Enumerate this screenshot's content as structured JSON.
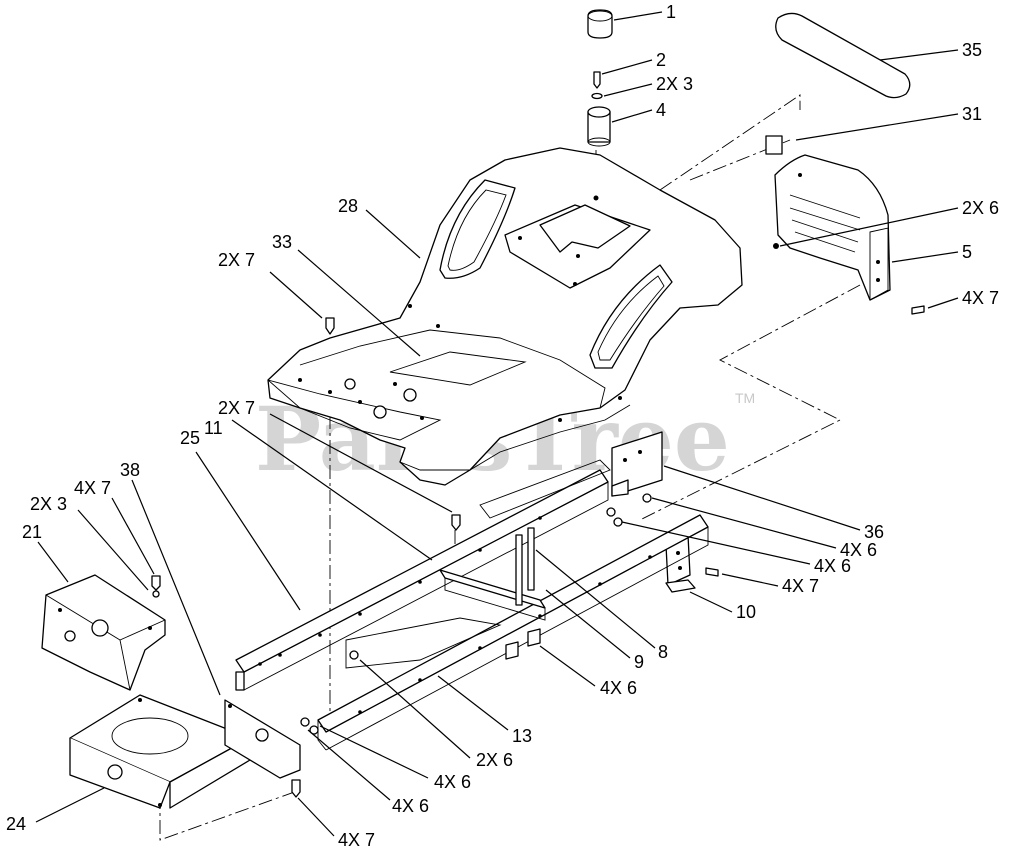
{
  "watermark": {
    "text": "PartsTree",
    "tm": "TM"
  },
  "callouts": [
    "1",
    "2",
    "2X 3",
    "4",
    "35",
    "31",
    "2X 6",
    "5",
    "4X 7",
    "28",
    "33",
    "2X 7",
    "2X 7",
    "11",
    "25",
    "36",
    "4X 6",
    "4X 6",
    "4X 7",
    "10",
    "8",
    "9",
    "4X 6",
    "38",
    "4X 7",
    "2X 3",
    "21",
    "13",
    "2X 6",
    "4X 6",
    "4X 6",
    "24",
    "4X 7"
  ]
}
